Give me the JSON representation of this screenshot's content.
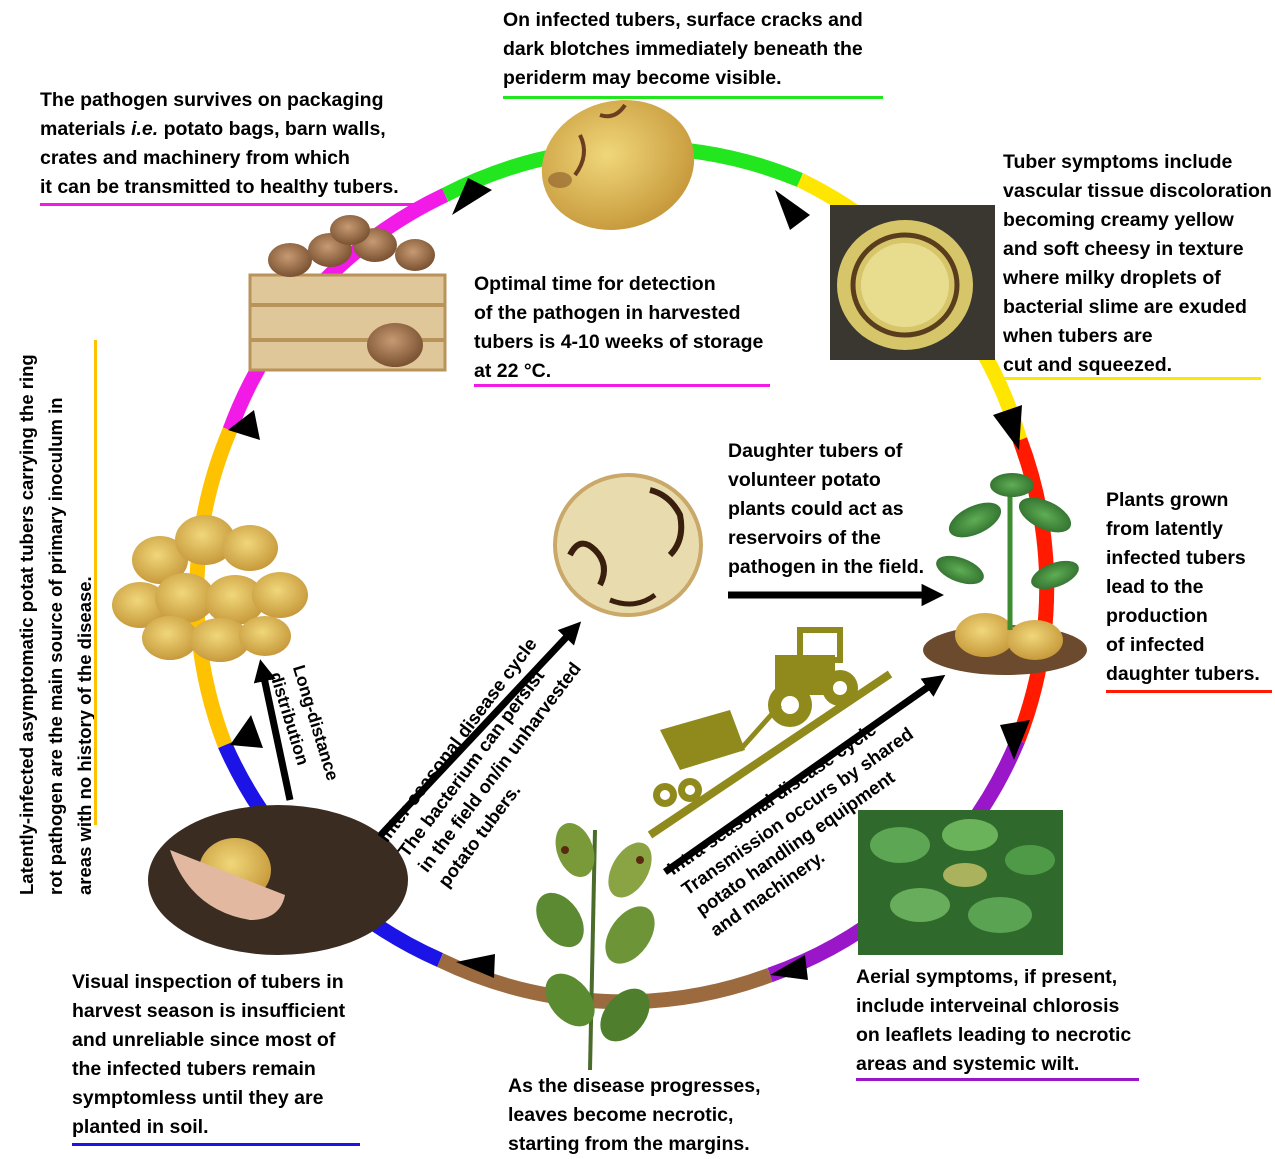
{
  "colors": {
    "green": "#22e61e",
    "yellow": "#ffe600",
    "red": "#ff1a00",
    "purple": "#9a17c9",
    "brown": "#9b6a3f",
    "blue": "#1c13e6",
    "gold": "#ffc200",
    "magenta": "#f21ae6",
    "olive": "#8f8a1b",
    "arrow": "#000000"
  },
  "ring_segments": [
    "green",
    "yellow",
    "red",
    "purple",
    "brown",
    "blue",
    "gold",
    "magenta"
  ],
  "notes": {
    "top": [
      "On infected tubers, surface cracks and",
      "dark blotches immediately beneath the",
      "periderm may become visible."
    ],
    "top_left": {
      "line1": "The pathogen survives on packaging",
      "line2_em": "i.e.",
      "line2_pre": "materials ",
      "line2_post": " potato bags, barn walls,",
      "line3": "crates and machinery from  which",
      "line4": "it can be transmitted to healthy tubers."
    },
    "right_top": [
      "Tuber symptoms include",
      "vascular tissue discoloration",
      "becoming creamy yellow",
      "and soft cheesy in texture",
      "where milky droplets of",
      "bacterial slime are exuded",
      "when tubers are",
      "cut and squeezed."
    ],
    "center_top": [
      "Optimal time for detection",
      "of the pathogen in harvested",
      "tubers is 4-10 weeks of storage",
      "at 22 °C."
    ],
    "center_right": [
      "Daughter tubers of",
      "volunteer potato",
      "plants could act as",
      "reservoirs of the",
      "pathogen in the field."
    ],
    "right_mid": [
      "Plants grown",
      "from latently",
      "infected tubers",
      "lead to the",
      "production",
      "of infected",
      "daughter tubers."
    ],
    "bottom_right": [
      "Aerial symptoms, if present,",
      "include interveinal chlorosis",
      "on leaflets leading to necrotic",
      "areas and systemic wilt."
    ],
    "bottom_center": [
      "As the disease progresses,",
      "leaves become necrotic,",
      "starting from the margins."
    ],
    "bottom_left": [
      "Visual inspection of tubers in",
      "harvest season is insufficient",
      "and unreliable since most of",
      "the infected tubers remain",
      "symptomless until they are",
      "planted in soil."
    ],
    "left_vertical": [
      "Latently-infected asymptomatic potat tubers carrying the ring",
      "rot pathogen are the main source of primary inoculum in",
      "areas with no history of the disease."
    ],
    "long_distance": [
      "Long-distance",
      "distribution"
    ],
    "inter_seasonal": [
      "Inter-seasonal disease cycle",
      "The bacterium can persist",
      "in the field on/in unharvested",
      "potato tubers."
    ],
    "intra_seasonal": [
      "Intra-seasonal disease cycle",
      "Transmission occurs by shared",
      "potato handling equipment",
      "and machinery."
    ]
  },
  "illustrations": {
    "top_tuber": "potato-icon",
    "cut_tuber": "cut-tuber-icon",
    "crate": "potato-crate-icon",
    "plant": "potato-plant-icon",
    "infected_slice": "infected-slice-icon",
    "tractor": "tractor-icon",
    "leaves": "leaf-symptoms-icon",
    "necrotic_leaf": "necrotic-leaf-icon",
    "hand": "hand-tuber-icon",
    "tuber_pile": "tuber-pile-icon"
  }
}
